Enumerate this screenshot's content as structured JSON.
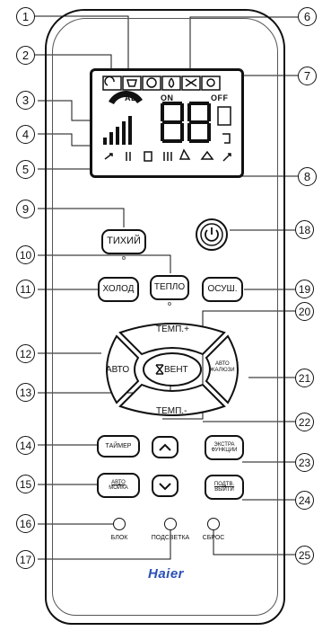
{
  "lcd": {
    "modes": [
      "ON",
      "OFF"
    ],
    "ab": "AB"
  },
  "buttons": {
    "quiet": "ТИХИЙ",
    "heat": "ТЕПЛО",
    "cool": "ХОЛОД",
    "dry": "ОСУШ.",
    "auto": "АВТО",
    "fan": "ВЕНТ",
    "temp_up": "ТЕМП.+",
    "temp_down": "ТЕМП.-",
    "auto_louvers_line1": "АВТО",
    "auto_louvers_line2": "ЖАЛЮЗИ",
    "timer": "ТАЙМЕР",
    "extra_line1": "ЭКСТРА",
    "extra_line2": "ФУНКЦИИ",
    "auto_wash_line1": "АВТО",
    "auto_wash_line2": "МОЙКА",
    "confirm_line1": "ПОДТВ.",
    "confirm_line2": "ВЫЙТИ"
  },
  "round_buttons": {
    "lock": "БЛОК",
    "backlight": "ПОДСВЕТКА",
    "reset": "СБРОС"
  },
  "brand": "Haier",
  "callouts": [
    "1",
    "2",
    "3",
    "4",
    "5",
    "6",
    "7",
    "8",
    "9",
    "10",
    "11",
    "12",
    "13",
    "14",
    "15",
    "16",
    "17",
    "18",
    "19",
    "20",
    "21",
    "22",
    "23",
    "24",
    "25"
  ]
}
